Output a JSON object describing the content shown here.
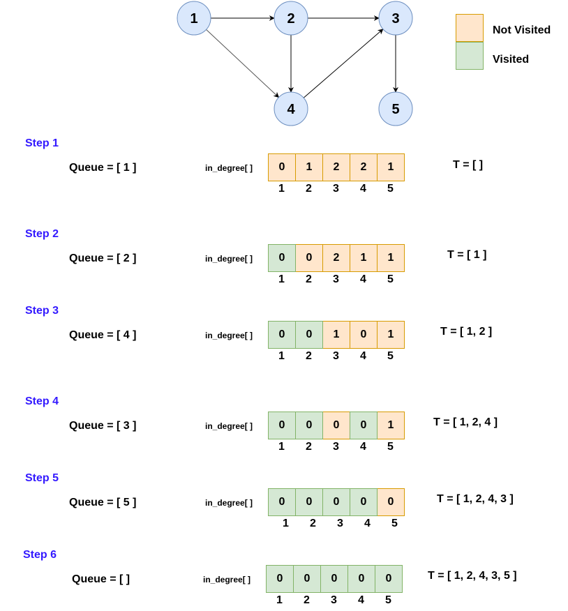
{
  "graph": {
    "nodes": [
      {
        "id": "1",
        "label": "1"
      },
      {
        "id": "2",
        "label": "2"
      },
      {
        "id": "3",
        "label": "3"
      },
      {
        "id": "4",
        "label": "4"
      },
      {
        "id": "5",
        "label": "5"
      }
    ],
    "edges": [
      {
        "from": "1",
        "to": "2"
      },
      {
        "from": "2",
        "to": "3"
      },
      {
        "from": "1",
        "to": "4"
      },
      {
        "from": "2",
        "to": "4"
      },
      {
        "from": "4",
        "to": "3"
      },
      {
        "from": "3",
        "to": "5"
      }
    ]
  },
  "legend": {
    "not_visited": {
      "label": "Not Visited",
      "color": "#ffe6cc",
      "border": "#d79b00"
    },
    "visited": {
      "label": "Visited",
      "color": "#d5e8d4",
      "border": "#82b366"
    }
  },
  "colors": {
    "step_title": "#3319ff",
    "node_fill": "#dae8fc",
    "node_stroke": "#6c8ebf"
  },
  "indices": [
    "1",
    "2",
    "3",
    "4",
    "5"
  ],
  "steps": [
    {
      "title": "Step 1",
      "queue": "Queue = [ 1 ]",
      "in_degree_label": "in_degree[ ]",
      "values": [
        "0",
        "1",
        "2",
        "2",
        "1"
      ],
      "visited": [
        false,
        false,
        false,
        false,
        false
      ],
      "t": "T = [ ]"
    },
    {
      "title": "Step 2",
      "queue": "Queue = [ 2 ]",
      "in_degree_label": "in_degree[ ]",
      "values": [
        "0",
        "0",
        "2",
        "1",
        "1"
      ],
      "visited": [
        true,
        false,
        false,
        false,
        false
      ],
      "t": "T = [ 1 ]"
    },
    {
      "title": "Step 3",
      "queue": "Queue = [ 4 ]",
      "in_degree_label": "in_degree[ ]",
      "values": [
        "0",
        "0",
        "1",
        "0",
        "1"
      ],
      "visited": [
        true,
        true,
        false,
        false,
        false
      ],
      "t": "T = [ 1, 2 ]"
    },
    {
      "title": "Step 4",
      "queue": "Queue = [ 3 ]",
      "in_degree_label": "in_degree[ ]",
      "values": [
        "0",
        "0",
        "0",
        "0",
        "1"
      ],
      "visited": [
        true,
        true,
        false,
        true,
        false
      ],
      "t": "T = [ 1, 2, 4 ]"
    },
    {
      "title": "Step 5",
      "queue": "Queue = [ 5 ]",
      "in_degree_label": "in_degree[ ]",
      "values": [
        "0",
        "0",
        "0",
        "0",
        "0"
      ],
      "visited": [
        true,
        true,
        true,
        true,
        false
      ],
      "t": "T = [ 1, 2, 4, 3 ]"
    },
    {
      "title": "Step 6",
      "queue": "Queue = [ ]",
      "in_degree_label": "in_degree[ ]",
      "values": [
        "0",
        "0",
        "0",
        "0",
        "0"
      ],
      "visited": [
        true,
        true,
        true,
        true,
        true
      ],
      "t": "T = [ 1, 2, 4, 3, 5 ]"
    }
  ]
}
